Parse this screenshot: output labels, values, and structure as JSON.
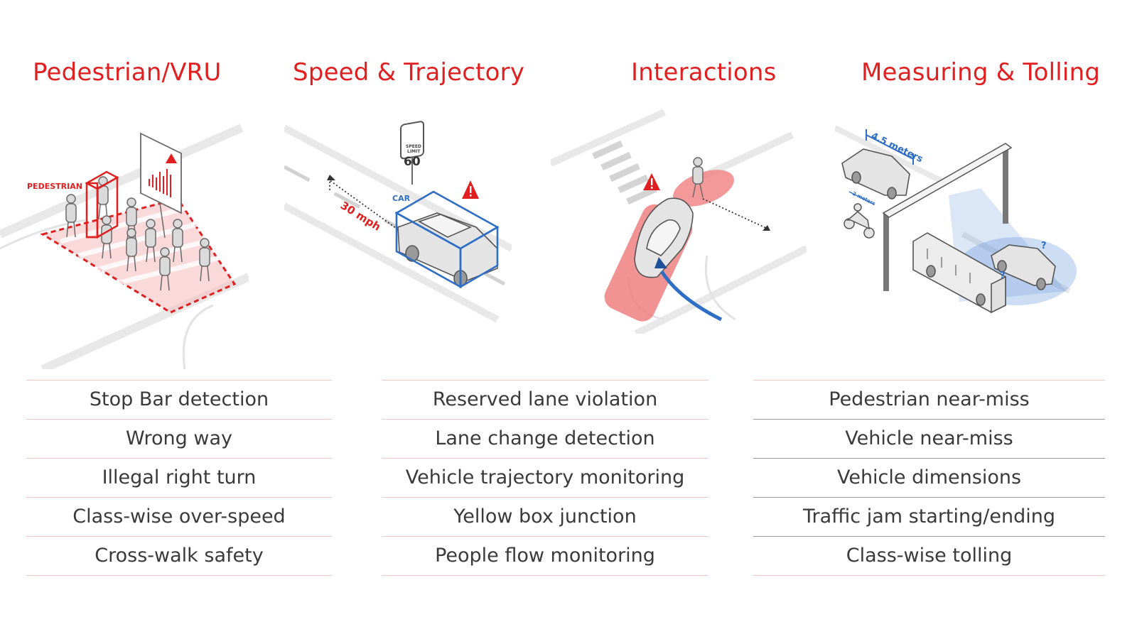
{
  "categories": [
    {
      "title": "Pedestrian/VRU",
      "label": "PEDESTRIAN"
    },
    {
      "title": "Speed & Trajectory",
      "sign_top": "SPEED",
      "sign_sub": "LIMIT",
      "sign_value": "60",
      "speed_label": "30 mph",
      "box_label": "CAR"
    },
    {
      "title": "Interactions"
    },
    {
      "title": "Measuring & Tolling",
      "dim_long": "4.5 meters",
      "dim_short": "2 meters",
      "unknown_mark": "?"
    }
  ],
  "use_cases": [
    [
      "Stop Bar detection",
      "Wrong way",
      "Illegal right turn",
      "Class-wise over-speed",
      "Cross-walk safety"
    ],
    [
      "Reserved lane violation",
      "Lane change detection",
      "Vehicle trajectory monitoring",
      "Yellow box junction",
      "People flow monitoring"
    ],
    [
      "Pedestrian near-miss",
      "Vehicle near-miss",
      "Vehicle dimensions",
      "Traffic jam starting/ending",
      "Class-wise tolling"
    ]
  ],
  "colors": {
    "accent": "#e02020",
    "blue": "#2e6fc6",
    "text": "#3a3a3a",
    "rule_pink": "#f0c7c7",
    "rule_gray": "#9a9a9a"
  }
}
